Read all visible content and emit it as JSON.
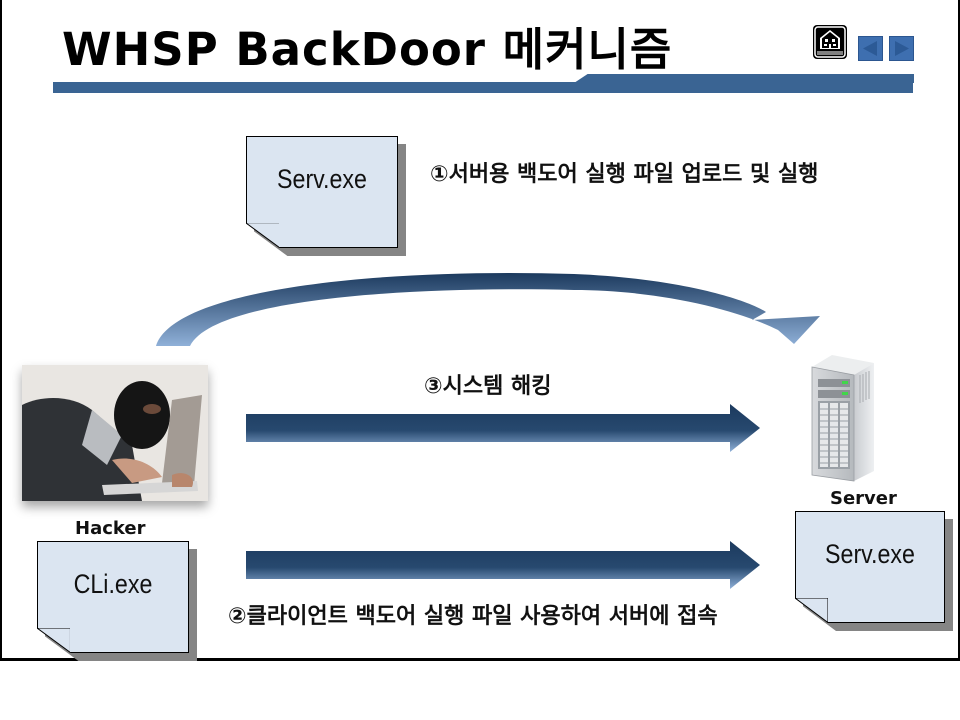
{
  "slide": {
    "title": "WHSP BackDoor 메커니즘",
    "nav": {
      "home_icon": "house-icon",
      "prev_icon": "triangle-left-icon",
      "next_icon": "triangle-right-icon"
    },
    "colors": {
      "title_bar": "#3a6493",
      "arrow_dark": "#1c3a5e",
      "arrow_light": "#8fb0d8",
      "doc_fill": "#dbe5f1",
      "doc_shadow": "#858585"
    }
  },
  "diagram": {
    "files": {
      "serv_top": "Serv.exe",
      "cli": "CLi.exe",
      "serv_bottom": "Serv.exe"
    },
    "steps": {
      "step1": "①서버용 백도어 실행 파일 업로드 및 실행",
      "step2": "②클라이언트 백도어 실행 파일 사용하여 서버에 접속",
      "step3": "③시스템 해킹"
    },
    "nodes": {
      "hacker": "Hacker",
      "server": "Server"
    }
  }
}
